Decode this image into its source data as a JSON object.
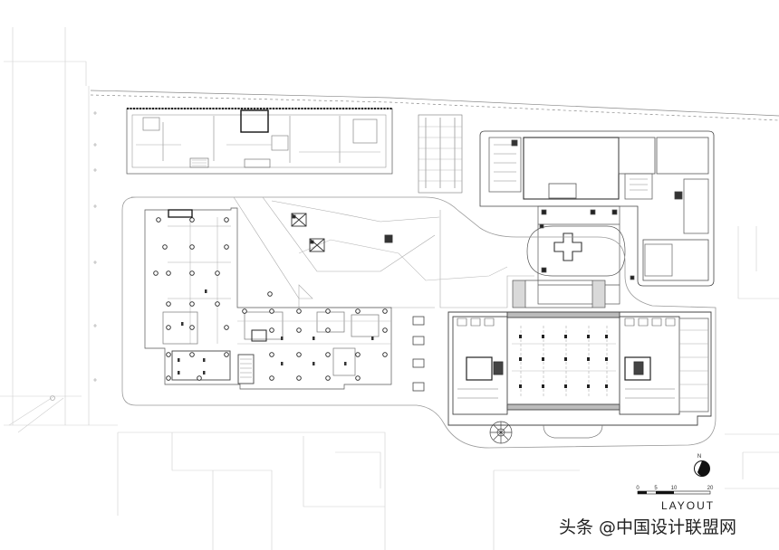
{
  "title": "LAYOUT",
  "north_label": "N",
  "scale": {
    "labels": [
      "0",
      "5",
      "10",
      "20"
    ]
  },
  "watermark": "头条 @中国设计联盟网"
}
